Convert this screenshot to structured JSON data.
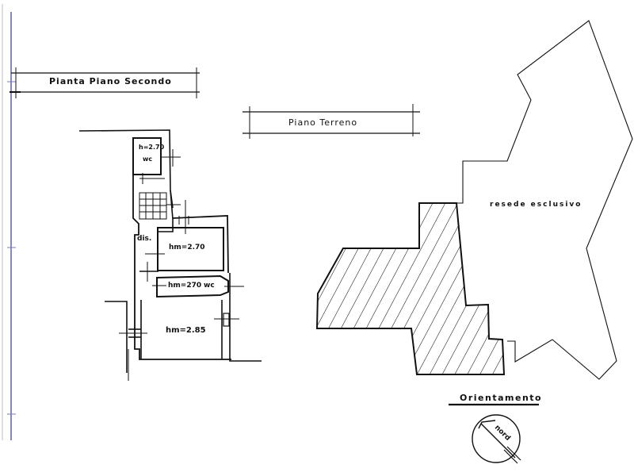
{
  "drawing": {
    "sections": [
      {
        "id": "second-floor",
        "title": "Pianta Piano Secondo"
      },
      {
        "id": "ground-floor",
        "title": "Piano Terreno"
      }
    ],
    "second_floor_rooms": {
      "wc_upper": {
        "height_label": "h=2.70",
        "name": "wc"
      },
      "disimpegno": {
        "name": "dis."
      },
      "room_middle": {
        "height_label": "hm=2.70"
      },
      "wc_lower": {
        "height_label": "hm=270",
        "name": "wc"
      },
      "room_lower": {
        "height_label": "hm=2.85"
      }
    },
    "ground_floor": {
      "area_label": "resede esclusivo"
    },
    "orientation": {
      "title": "Orientamento",
      "north_label": "nord"
    },
    "colors": {
      "ink": "#111111",
      "margin_line": "#3a3a8a",
      "margin_line_light": "#bdbdbd",
      "paper": "#ffffff"
    }
  }
}
